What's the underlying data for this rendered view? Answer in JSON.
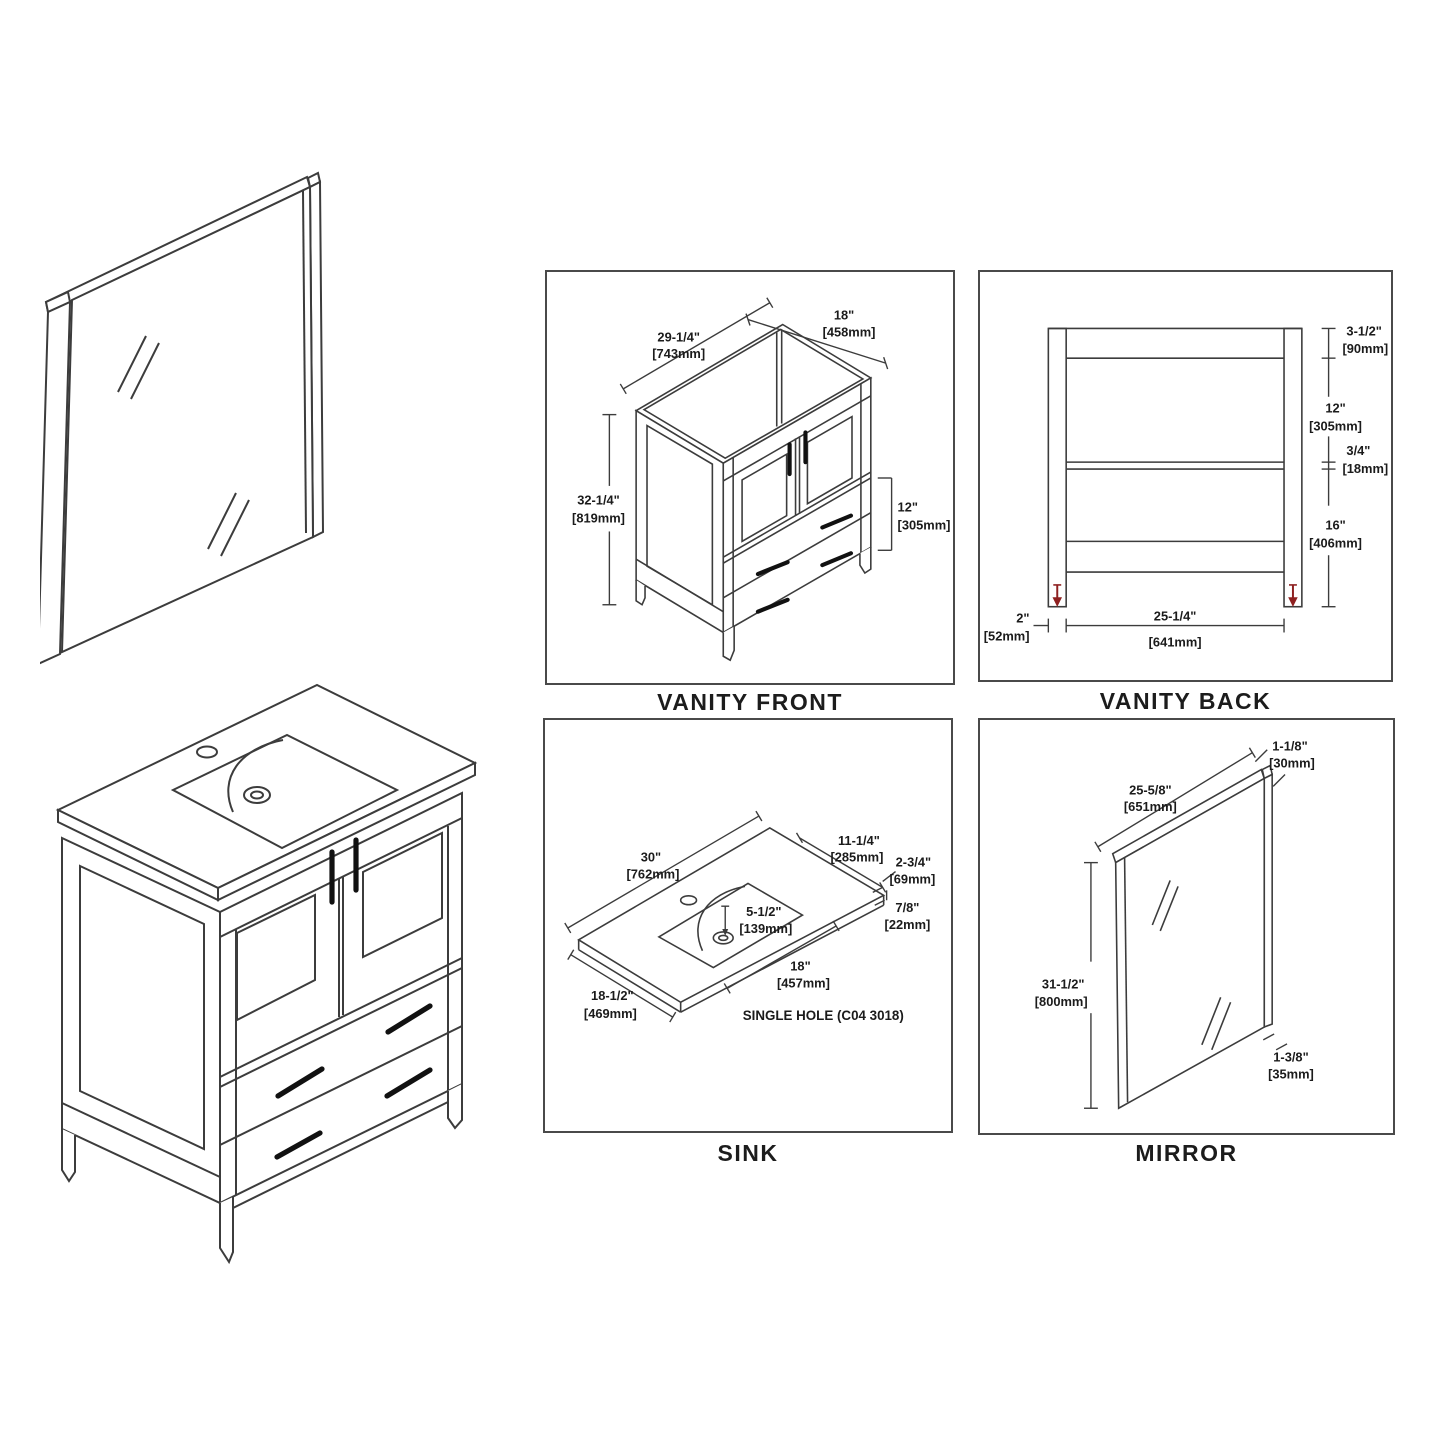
{
  "document": {
    "type": "vanity-specification-sheet",
    "background": "#ffffff"
  },
  "colors": {
    "line": "#3c3c3c",
    "text": "#1b1b1b",
    "panel_border": "#4a4a4a",
    "accent_red": "#8e2020",
    "handle_black": "#111111"
  },
  "panels": [
    {
      "id": "vanity-front",
      "title": "VANITY FRONT",
      "dims": [
        {
          "in": "29-1/4\"",
          "mm": "[743mm]"
        },
        {
          "in": "18\"",
          "mm": "[458mm]"
        },
        {
          "in": "32-1/4\"",
          "mm": "[819mm]"
        },
        {
          "in": "12\"",
          "mm": "[305mm]"
        }
      ]
    },
    {
      "id": "vanity-back",
      "title": "VANITY BACK",
      "dims": [
        {
          "in": "3-1/2\"",
          "mm": "[90mm]"
        },
        {
          "in": "12\"",
          "mm": "[305mm]"
        },
        {
          "in": "3/4\"",
          "mm": "[18mm]"
        },
        {
          "in": "16\"",
          "mm": "[406mm]"
        },
        {
          "in": "25-1/4\"",
          "mm": "[641mm]"
        },
        {
          "in": "2\"",
          "mm": "[52mm]"
        }
      ]
    },
    {
      "id": "sink",
      "title": "SINK",
      "note": "SINGLE HOLE (C04 3018)",
      "dims": [
        {
          "in": "30\"",
          "mm": "[762mm]"
        },
        {
          "in": "11-1/4\"",
          "mm": "[285mm]"
        },
        {
          "in": "2-3/4\"",
          "mm": "[69mm]"
        },
        {
          "in": "7/8\"",
          "mm": "[22mm]"
        },
        {
          "in": "5-1/2\"",
          "mm": "[139mm]"
        },
        {
          "in": "18\"",
          "mm": "[457mm]"
        },
        {
          "in": "18-1/2\"",
          "mm": "[469mm]"
        }
      ]
    },
    {
      "id": "mirror",
      "title": "MIRROR",
      "dims": [
        {
          "in": "1-1/8\"",
          "mm": "[30mm]"
        },
        {
          "in": "25-5/8\"",
          "mm": "[651mm]"
        },
        {
          "in": "31-1/2\"",
          "mm": "[800mm]"
        },
        {
          "in": "1-3/8\"",
          "mm": "[35mm]"
        }
      ]
    }
  ]
}
